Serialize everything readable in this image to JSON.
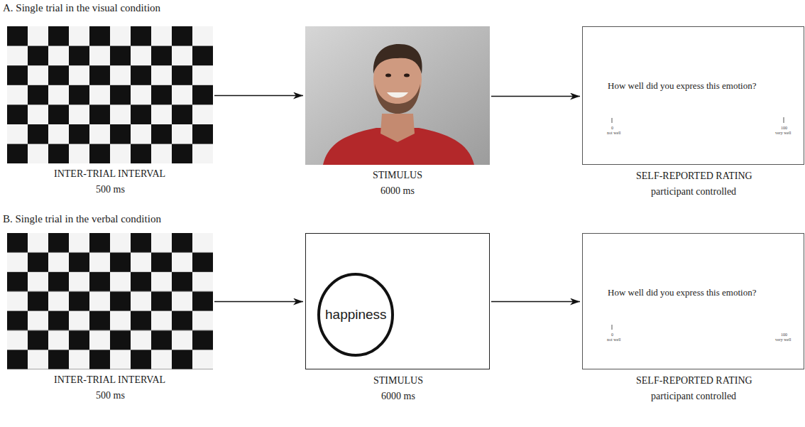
{
  "diagram": {
    "nodes": [
      {
        "text": [
          "INTER-TRIAL INTERVAL",
          "500 ms"
        ]
      },
      {
        "text": [
          "STIMULUS",
          "6000 ms"
        ]
      },
      {
        "text": [
          "How well did you express this emotion?",
          "0",
          "not well",
          "100",
          "very well",
          "SELF-REPORTED RATING",
          "participant controlled"
        ]
      },
      {
        "text": [
          "INTER-TRIAL INTERVAL",
          "500 ms"
        ]
      },
      {
        "text": [
          "STIMULUS",
          "6000 ms"
        ]
      },
      {
        "text": [
          "happiness"
        ],
        "in": 4
      },
      {
        "text": [
          "How well did you express this emotion?",
          "0",
          "not well",
          "100",
          "very well",
          "SELF-REPORTED RATING",
          "participant controlled"
        ]
      }
    ],
    "edges": [
      {
        "from": 0,
        "to": 1,
        "arrow": "to"
      },
      {
        "from": 1,
        "to": 2,
        "arrow": "to"
      },
      {
        "from": 3,
        "to": 4,
        "arrow": "to"
      },
      {
        "from": 4,
        "to": 6,
        "arrow": "to"
      }
    ],
    "labels": [
      "A. Single trial in the visual condition",
      "B. Single trial in the verbal condition"
    ]
  }
}
